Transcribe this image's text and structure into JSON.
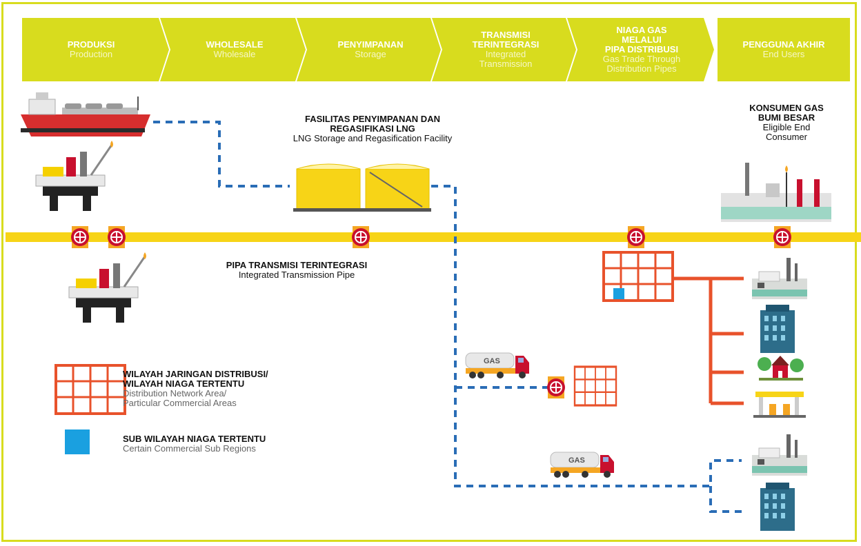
{
  "colors": {
    "accent": "#d8dc1e",
    "pipe": "#f7d417",
    "distribution": "#e8522b",
    "valve": "#c8102e",
    "dashed": "#2a6db6",
    "sub_region": "#1aa0e0"
  },
  "stages": [
    {
      "title": "PRODUKSI",
      "subtitle": "Production"
    },
    {
      "title": "WHOLESALE",
      "subtitle": "Wholesale"
    },
    {
      "title": "PENYIMPANAN",
      "subtitle": "Storage"
    },
    {
      "title": "TRANSMISI\nTERINTEGRASI",
      "subtitle": "Integrated\nTransmission"
    },
    {
      "title": "NIAGA GAS\nMELALUI\nPIPA DISTRIBUSI",
      "subtitle": "Gas Trade Through\nDistribution Pipes"
    },
    {
      "title": "PENGGUNA AKHIR",
      "subtitle": "End Users"
    }
  ],
  "labels": {
    "storage_title": "FASILITAS PENYIMPANAN DAN\nREGASIFIKASI LNG",
    "storage_sub": "LNG Storage and Regasification Facility",
    "consumer_title": "KONSUMEN GAS\nBUMI BESAR",
    "consumer_sub": "Eligible End\nConsumer",
    "pipe_title": "PIPA TRANSMISI TERINTEGRASI",
    "pipe_sub": "Integrated Transmission Pipe"
  },
  "legend": {
    "network_title": "WILAYAH JARINGAN DISTRIBUSI/\nWILAYAH NIAGA TERTENTU",
    "network_sub": "Distribution Network Area/\nParticular Commercial Areas",
    "sub_title": "SUB WILAYAH NIAGA TERTENTU",
    "sub_sub": "Certain Commercial Sub Regions"
  },
  "truck_text": "GAS",
  "icons": [
    "lng-ship-icon",
    "offshore-platform-icon",
    "lng-storage-tank-icon",
    "pipe-valve-icon",
    "distribution-grid-icon",
    "gas-truck-icon",
    "power-plant-icon",
    "office-building-icon",
    "house-icon",
    "gas-station-icon",
    "refinery-icon"
  ]
}
